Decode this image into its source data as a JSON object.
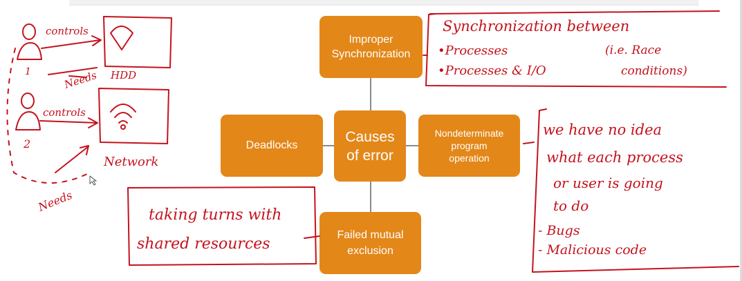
{
  "diagram": {
    "center": {
      "line1": "Causes",
      "line2": "of error"
    },
    "nodes": {
      "sync": {
        "line1": "Improper",
        "line2": "Synchronization"
      },
      "deadlocks": {
        "label": "Deadlocks"
      },
      "nondet": {
        "line1": "Nondeterminate",
        "line2": "program",
        "line3": "operation"
      },
      "mutex": {
        "line1": "Failed mutual",
        "line2": "exclusion"
      }
    }
  },
  "annotations": {
    "sync_note": {
      "title": "Synchronization between",
      "bullet1": "•Processes",
      "bullet2": "•Processes & I/O",
      "aside1": "(i.e. Race",
      "aside2": "conditions)"
    },
    "nondet_note": {
      "line1": "we have no idea",
      "line2": "what each process",
      "line3": "or user is going",
      "line4": "to do",
      "line5": "- Bugs",
      "line6": "- Malicious code"
    },
    "mutex_note": {
      "line1": "taking turns with",
      "line2": "shared resources"
    },
    "left_sketch": {
      "user1_num": "1",
      "user2_num": "2",
      "controls1": "controls",
      "controls2": "controls",
      "needs1": "Needs",
      "needs2": "Needs",
      "hdd_label": "HDD",
      "network_label": "Network"
    }
  },
  "colors": {
    "box_fill": "#e38719",
    "ink": "#c4121c",
    "connector": "#8a8a8a"
  }
}
